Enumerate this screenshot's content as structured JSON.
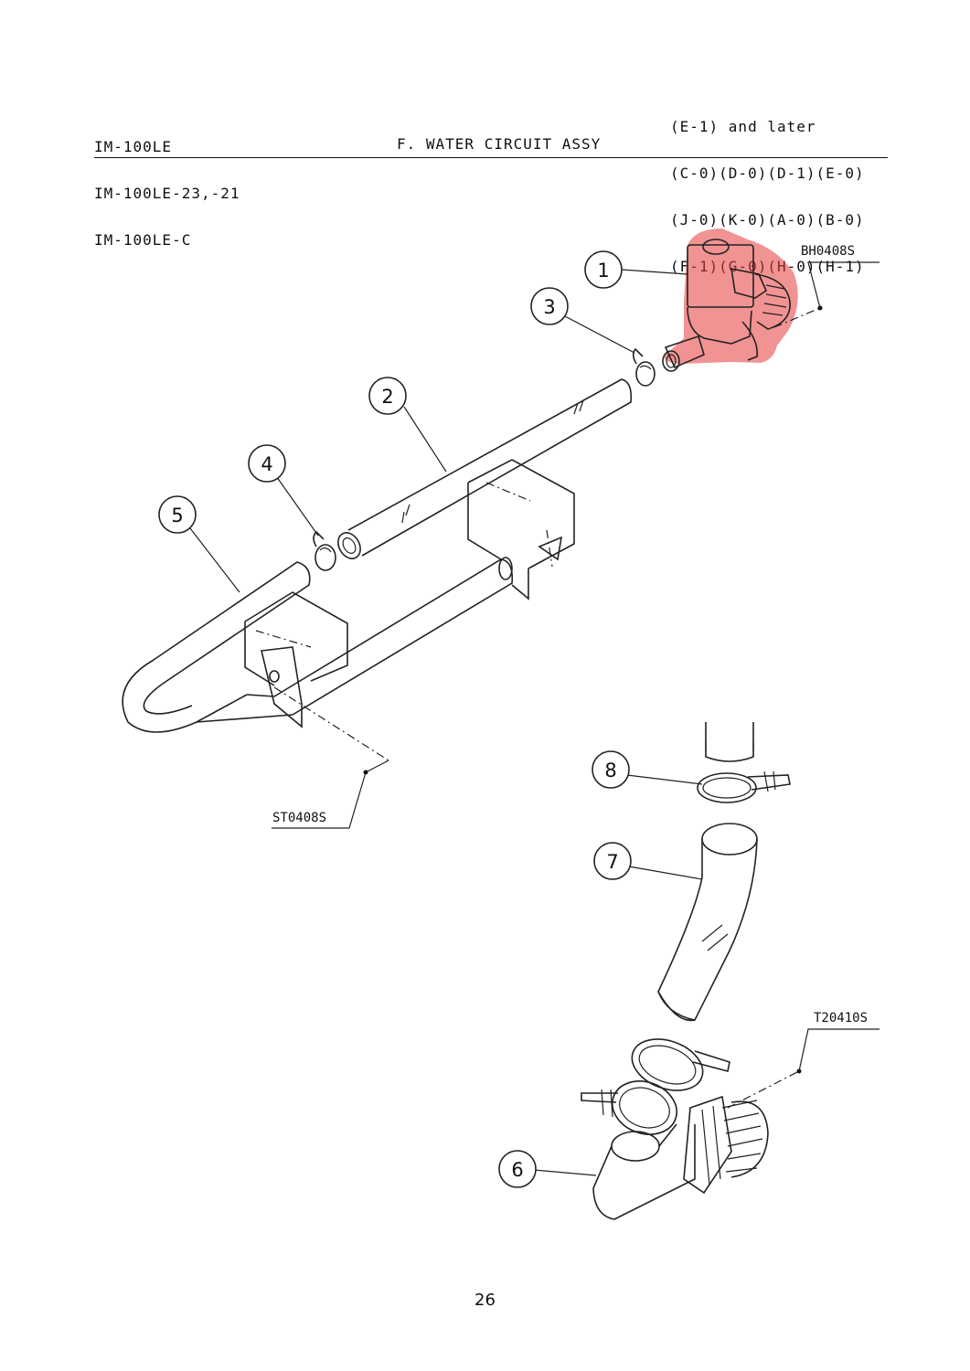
{
  "header": {
    "models": [
      "IM-100LE",
      "IM-100LE-23,-21",
      "IM-100LE-C"
    ],
    "title": "F. WATER CIRCUIT ASSY",
    "codes": [
      "(E-1) and later",
      "(C-0)(D-0)(D-1)(E-0)",
      "(J-0)(K-0)(A-0)(B-0)",
      "(F-1)(G-0)(H-0)(H-1)"
    ]
  },
  "callouts": [
    "1",
    "2",
    "3",
    "4",
    "5",
    "6",
    "7",
    "8"
  ],
  "screw_codes": {
    "bh": "BH0408S",
    "st": "ST0408S",
    "t": "T20410S"
  },
  "highlight_color": "#e53b3b",
  "page_number": "26"
}
